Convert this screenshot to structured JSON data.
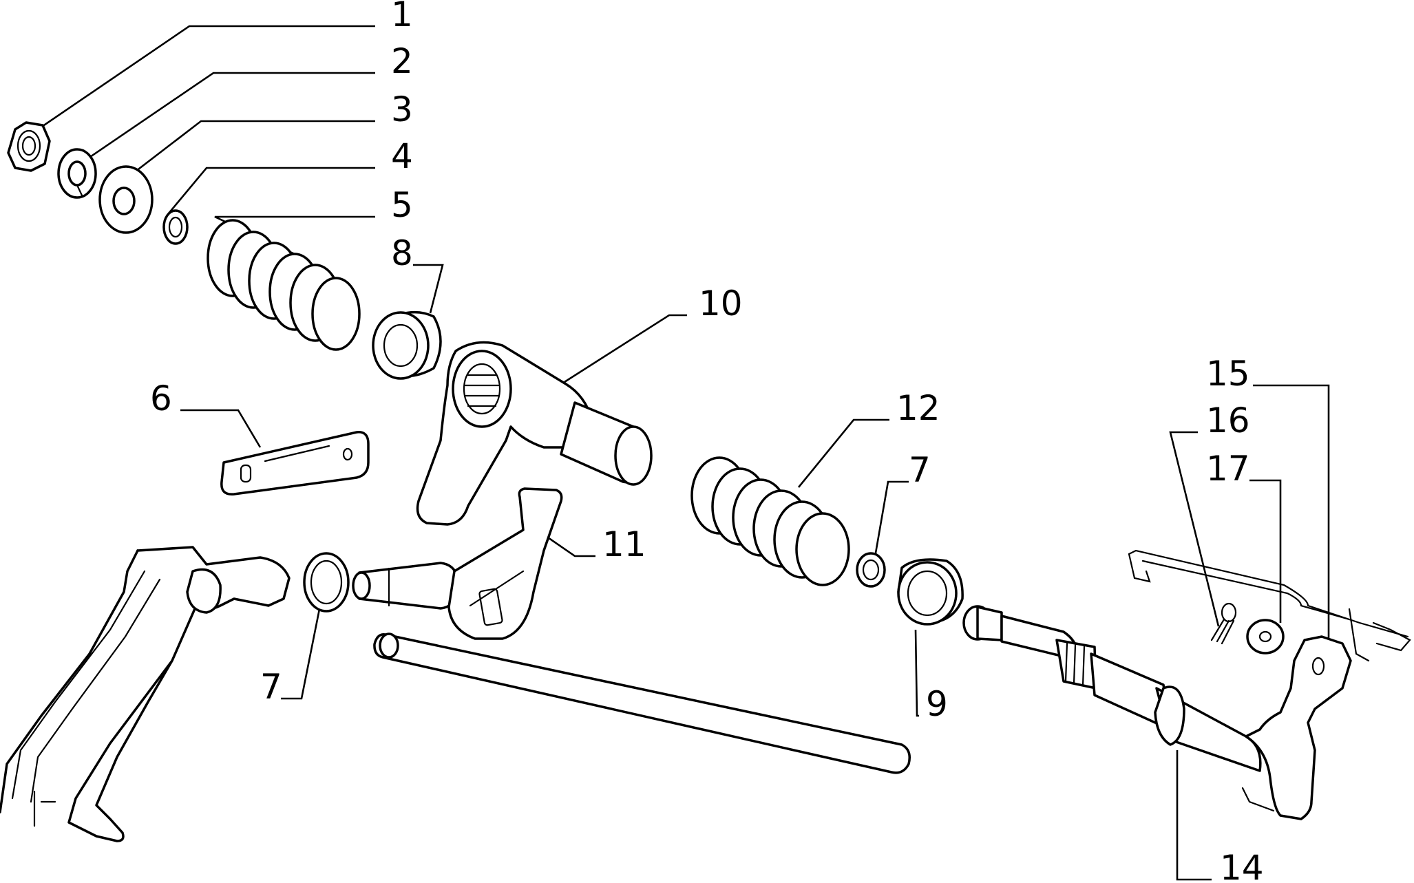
{
  "callouts": {
    "c1": "1",
    "c2": "2",
    "c3": "3",
    "c4": "4",
    "c5": "5",
    "c6": "6",
    "c7a": "7",
    "c7b": "7",
    "c8": "8",
    "c9": "9",
    "c10": "10",
    "c11": "11",
    "c12": "12",
    "c14": "14",
    "c15": "15",
    "c16": "16",
    "c17": "17"
  }
}
